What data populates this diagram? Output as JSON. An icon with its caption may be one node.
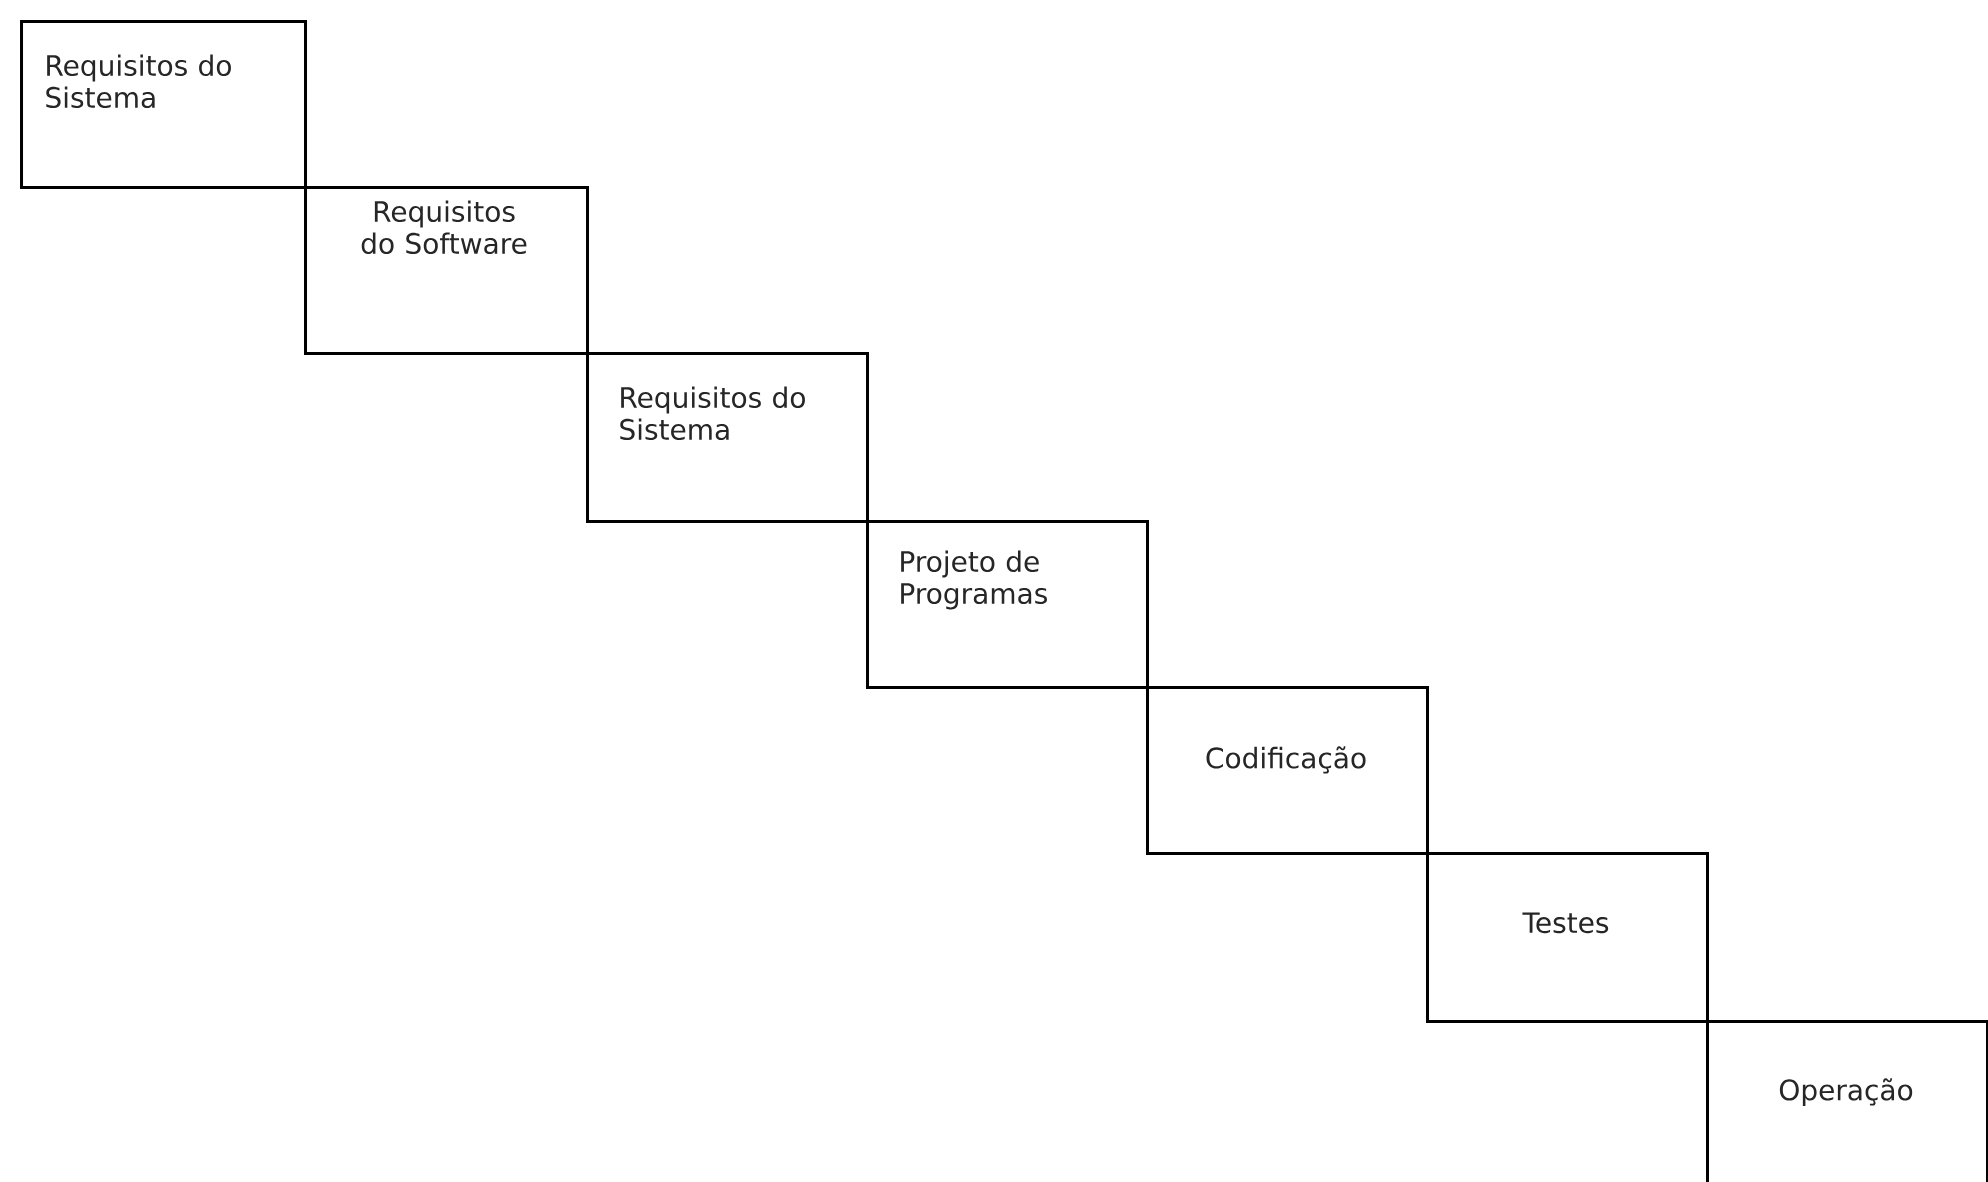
{
  "diagram": {
    "nodes": [
      {
        "text": [
          "Requisitos do Sistema"
        ]
      },
      {
        "text": [
          "Requisitos do Software"
        ]
      },
      {
        "text": [
          "Requisitos do Sistema"
        ]
      },
      {
        "text": [
          "Projeto de Programas"
        ]
      },
      {
        "text": [
          "Codificação"
        ]
      },
      {
        "text": [
          "Testes"
        ]
      },
      {
        "text": [
          "Operação"
        ]
      }
    ]
  }
}
